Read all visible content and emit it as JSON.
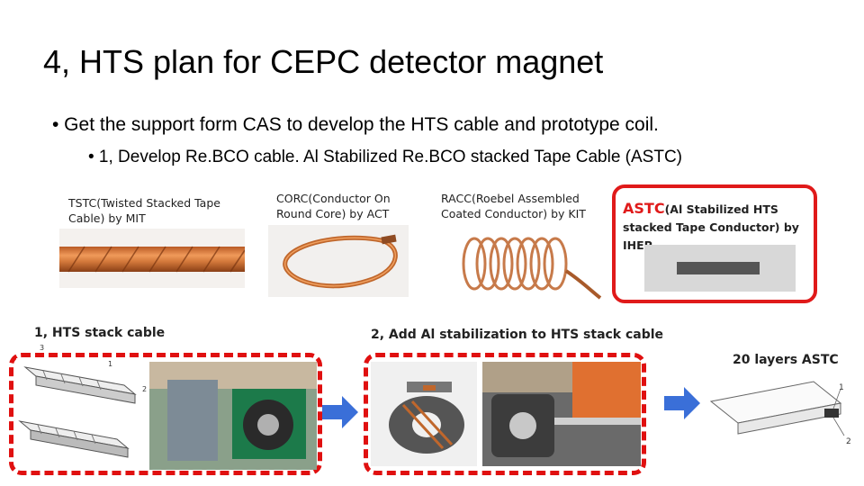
{
  "slide": {
    "title": "4, HTS plan for CEPC detector magnet",
    "bullet1": "• Get the support form CAS to develop the HTS cable and prototype coil.",
    "bullet2": "• 1, Develop Re.BCO cable. Al Stabilized Re.BCO stacked Tape Cable (ASTC)"
  },
  "cables": {
    "tstc_caption": "TSTC(Twisted Stacked Tape Cable) by MIT",
    "corc_caption": "CORC(Conductor On Round Core) by ACT",
    "racc_caption": "RACC(Roebel Assembled Coated Conductor) by KIT",
    "astc_acronym": "ASTC",
    "astc_caption_rest": "(Al Stabilized HTS stacked Tape Conductor) by IHEP"
  },
  "steps": {
    "step1_label": "1, HTS stack cable",
    "step2_label": "2, Add Al stabilization to HTS stack cable",
    "step3_label": "20 layers ASTC",
    "diagram_label_1": "1",
    "diagram_label_2": "2",
    "diagram_label_3": "3"
  },
  "colors": {
    "highlight_red": "#e01a1a",
    "arrow_blue": "#3a6fd8",
    "copper": "#d2783a"
  }
}
